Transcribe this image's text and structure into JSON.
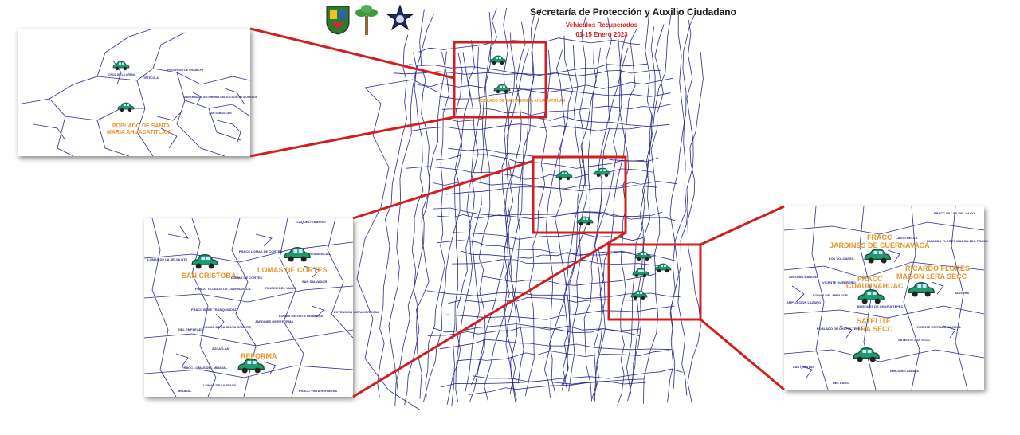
{
  "header": {
    "title": "Secretaría de Protección y Auxilio Ciudadano",
    "subtitle_1": "Vehículos Recuperados",
    "subtitle_2": "01-15 Enero 2023"
  },
  "colors": {
    "accent_red": "#d41e1e",
    "label_orange": "#e8952a",
    "street_blue": "#2a2a8c",
    "car_green": "#1e9a6e"
  },
  "icons": [
    "municipal-shield-logo",
    "palm-tree-logo",
    "police-star-badge",
    "car-icon"
  ],
  "main_map": {
    "small_labels": [
      "POBLADO DE SANTA MARIA AHUACATITLAN"
    ]
  },
  "inset_top_left": {
    "labels_orange": [
      "POBLADO DE SANTA",
      "MARIA AHUACATITLAN"
    ],
    "labels_blue": [
      "CRUZ DE LA ARENA",
      "TETECOLA",
      "PROGRESO DE CHAMILPA",
      "UNIVERSIDAD AUTONOMA DEL ESTADO DE MORELOS",
      "SAN SEBASTIAN"
    ]
  },
  "inset_middle_left": {
    "labels_orange": [
      "SAN CRISTOBAL",
      "LOMAS DE CORTES",
      "REFORMA"
    ],
    "labels_blue": [
      "TLAQUELTENANGO",
      "FRACC LOMAS DE CORTES",
      "LOMAS DE LA SELVA NTE",
      "FRACC RESIDENCIAL",
      "LOMAS DE CORTES",
      "FRACC TEJADOS DE CUERNAVACA",
      "RINCON DEL VALLE",
      "SAN SALVADOR",
      "FRACC BASE TRANQUILIDAD",
      "LOMAS DE LA SELVA ORIENTE",
      "LOMAS DE VISTA HERMOSA",
      "JARDINES DE REFORMA",
      "DEL EMPLEADO",
      "FRACC LOMAS DEL MIRAVAL",
      "LOMAS DE LA SELVA",
      "MIRAVAL",
      "FRACC VISTA HERMOSA",
      "AZCATLAN",
      "EXTENSION VISTA HERMOSA"
    ]
  },
  "inset_right": {
    "labels_orange": [
      "FRACC",
      "JARDINES DE CUERNAVACA",
      "RICARDO FLORES",
      "MAGON 1ERA SECC",
      "FRACC",
      "CUAUHNAHUAC",
      "SATELITE",
      "1RA SECC"
    ],
    "labels_blue": [
      "FRACC VILLAS DEL LAGO",
      "LA ESTRELLA",
      "LOS VOLCANES",
      "VICENTE GUERRERO",
      "BOSQUES DE CHAPULTEPEC",
      "POBLADO DE CHAPULTEPEC",
      "VICENTE ESTRADA CAJIGAL",
      "SATELITE 2DA SECC",
      "EMILIANO ZAPATA",
      "DEL LAGO",
      "LAS QUINTAS",
      "ALEGRIA",
      "AMPLIACION LAZARO",
      "LOMAS DEL MIRADOR",
      "RICARDO FLORES MAGON 2DO FRACC",
      "ANTONIO BARONA"
    ]
  }
}
